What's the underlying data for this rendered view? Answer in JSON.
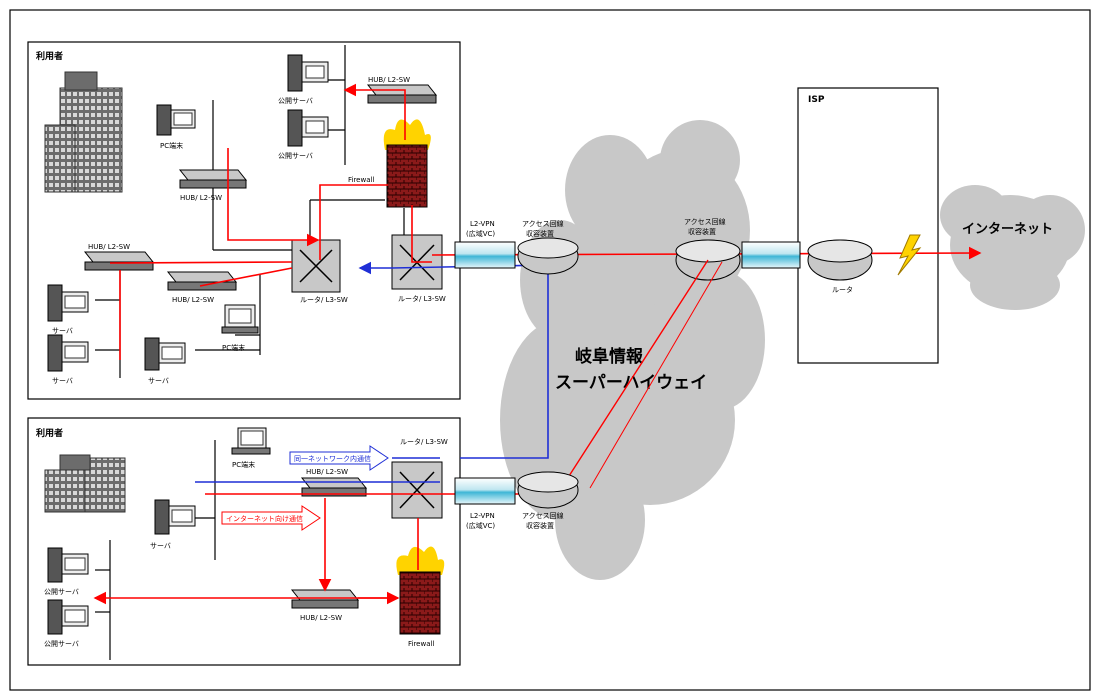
{
  "colors": {
    "red_link": "#ff0000",
    "blue_link": "#1f2fd6",
    "cloud": "#c8c8c8",
    "frame": "#000000"
  },
  "site_top": {
    "title": "利用者",
    "hub_top": "HUB/ L2-SW",
    "server_pub1": "公開サーバ",
    "server_pub2": "公開サーバ",
    "pc_top": "PC端末",
    "hub_pc": "HUB/ L2-SW",
    "firewall": "Firewall",
    "hub_left": "HUB/ L2-SW",
    "hub_mid": "HUB/ L2-SW",
    "server1": "サーバ",
    "server2": "サーバ",
    "server3": "サーバ",
    "pc_bottom": "PC端末",
    "core1": "ルータ/ L3-SW",
    "core2": "ルータ/ L3-SW"
  },
  "site_bottom": {
    "title": "利用者",
    "pc": "PC端末",
    "hub_top": "HUB/ L2-SW",
    "server": "サーバ",
    "blue_flow": "同一ネットワーク内通信",
    "red_flow": "インターネット向け通信",
    "pub1": "公開サーバ",
    "pub2": "公開サーバ",
    "hub_bottom": "HUB/ L2-SW",
    "firewall": "Firewall",
    "core": "ルータ/ L3-SW"
  },
  "wan": {
    "vpn_top_l1": "L2-VPN",
    "vpn_top_l2": "(広域VC)",
    "vpn_bot_l1": "L2-VPN",
    "vpn_bot_l2": "(広域VC)",
    "access_top_l1": "アクセス回線",
    "access_top_l2": "収容装置",
    "access_bot_l1": "アクセス回線",
    "access_bot_l2": "収容装置",
    "access_mid_l1": "アクセス回線",
    "access_mid_l2": "収容装置",
    "hiway_line1": "岐阜情報",
    "hiway_line2": "スーパーハイウェイ"
  },
  "isp": {
    "title": "ISP",
    "router": "ルータ"
  },
  "internet": {
    "label": "インターネット"
  }
}
